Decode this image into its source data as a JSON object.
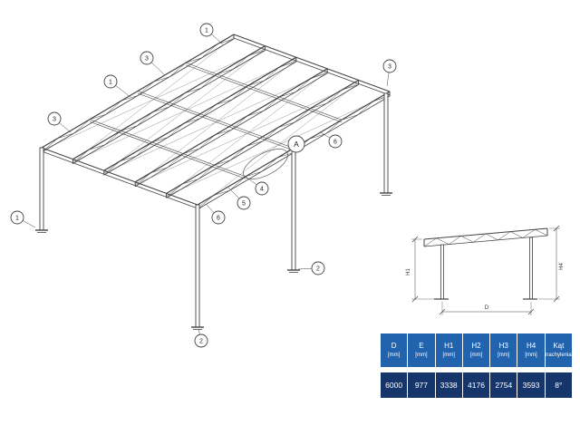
{
  "drawing": {
    "callouts": [
      "1",
      "3",
      "1",
      "3",
      "3",
      "6",
      "4",
      "5",
      "6",
      "1",
      "2",
      "2"
    ],
    "detail_marker": "A"
  },
  "detail_view": {
    "dim_left": "H1",
    "dim_right": "H4",
    "dim_bottom": "D"
  },
  "table": {
    "headers": [
      {
        "name": "D",
        "unit": "[mm]"
      },
      {
        "name": "E",
        "unit": "[mm]"
      },
      {
        "name": "H1",
        "unit": "[mm]"
      },
      {
        "name": "H2",
        "unit": "[mm]"
      },
      {
        "name": "H3",
        "unit": "[mm]"
      },
      {
        "name": "H4",
        "unit": "[mm]"
      },
      {
        "name": "Kąt",
        "unit": "nachylenia"
      }
    ],
    "values": [
      "6000",
      "977",
      "3338",
      "4176",
      "2754",
      "3593",
      "8°"
    ]
  },
  "colors": {
    "table_header_bg": "#2263ae",
    "table_value_bg": "#16366b",
    "line_color": "#444444"
  }
}
